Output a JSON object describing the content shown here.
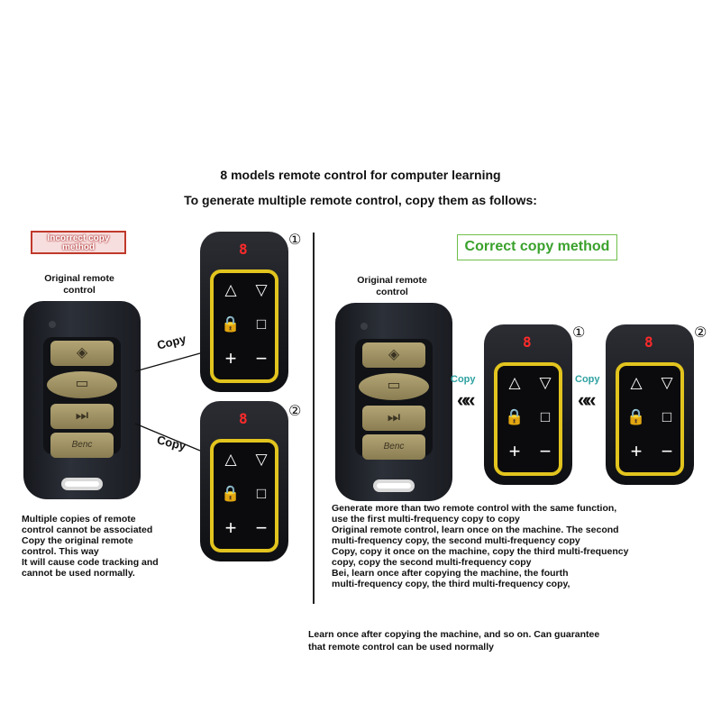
{
  "title": "8 models remote control for computer learning",
  "subtitle": "To generate multiple remote control, copy them as follows:",
  "incorrect_badge": "Incorrect copy method",
  "correct_badge": "Correct copy method",
  "original_label": "Original remote control",
  "copy_label": "Copy",
  "arrows": "«",
  "remote_display": "8",
  "remote_numbers": [
    "①",
    "②"
  ],
  "remote_keys": {
    "up": "△",
    "down": "▽",
    "lock": "🔒",
    "stop": "□",
    "plus": "+",
    "minus": "−"
  },
  "left_note": [
    "Multiple copies of remote",
    "control cannot be associated",
    "Copy the original remote",
    "control. This way",
    "It will cause code tracking and",
    "cannot be used normally."
  ],
  "right_note": [
    "Generate more than two remote control with the same function,",
    "use the first multi-frequency copy to copy",
    "Original remote control, learn once on the machine. The second",
    "multi-frequency copy, the second multi-frequency copy",
    "Copy, copy it once on the machine, copy the third multi-frequency",
    "copy, copy the second multi-frequency copy",
    "Bei, learn once after copying the machine, the fourth",
    "multi-frequency copy, the third multi-frequency copy,"
  ],
  "bottom_note": [
    "Learn once after copying the machine, and so on. Can guarantee",
    "that remote control can be used normally"
  ],
  "colors": {
    "frame": "#e2c41e",
    "correct": "#3aa12c",
    "incorrect": "#c0392b",
    "copy_teal": "#2fa1a1"
  }
}
